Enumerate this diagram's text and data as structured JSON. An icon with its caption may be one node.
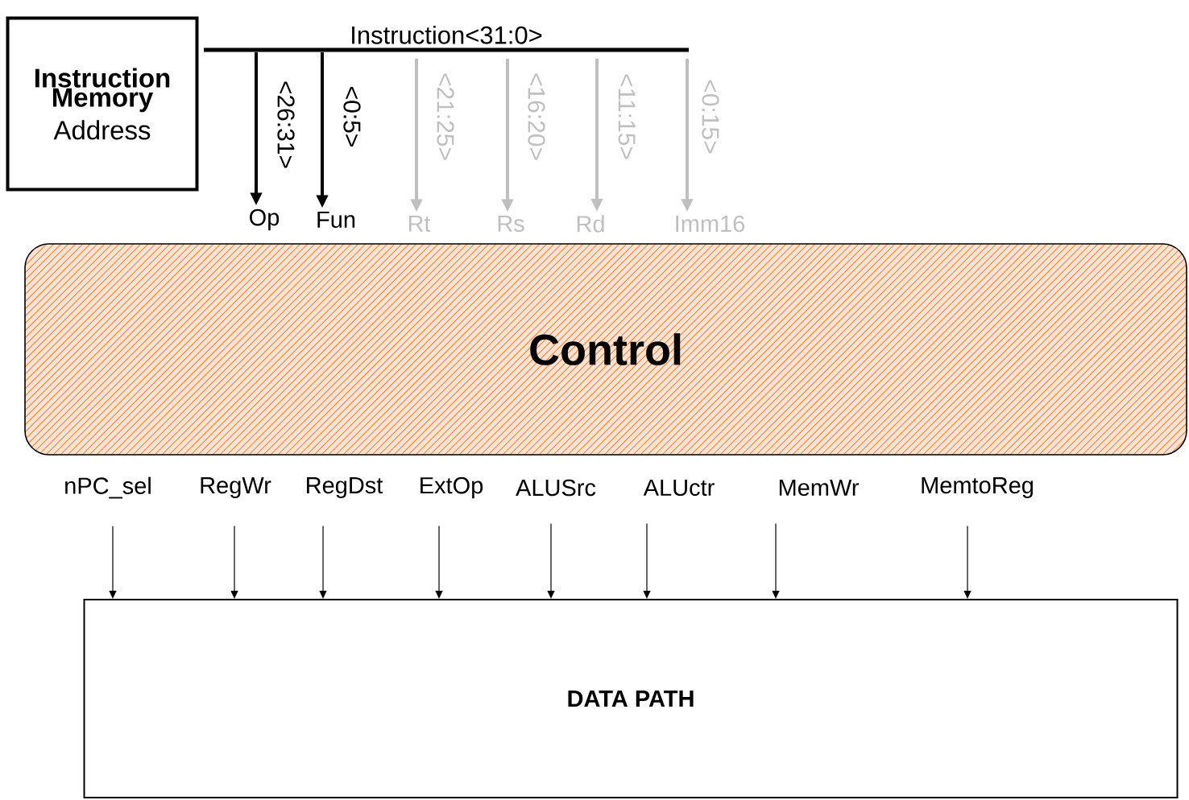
{
  "diagram": {
    "nodes": [
      {
        "text": [
          "Instruction Memory",
          "Address"
        ]
      },
      {
        "text": [
          "Instruction<31:0>"
        ]
      },
      {
        "text": [
          "Op"
        ]
      },
      {
        "text": [
          "Fun"
        ]
      },
      {
        "text": [
          "Rt"
        ]
      },
      {
        "text": [
          "Rs"
        ]
      },
      {
        "text": [
          "Rd"
        ]
      },
      {
        "text": [
          "Imm16"
        ]
      },
      {
        "text": [
          "Control"
        ]
      },
      {
        "text": [
          "nPC_sel"
        ]
      },
      {
        "text": [
          "RegWr"
        ]
      },
      {
        "text": [
          "RegDst"
        ]
      },
      {
        "text": [
          "ExtOp"
        ]
      },
      {
        "text": [
          "ALUSrc"
        ]
      },
      {
        "text": [
          "ALUctr"
        ]
      },
      {
        "text": [
          "MemWr"
        ]
      },
      {
        "text": [
          "MemtoReg"
        ]
      },
      {
        "text": [
          "DATA PATH"
        ]
      }
    ],
    "edges": [
      {
        "from": 1,
        "to": 2,
        "arrow": "to",
        "label": "<26:31>",
        "style": "thick"
      },
      {
        "from": 1,
        "to": 3,
        "arrow": "to",
        "label": "<0:5>",
        "style": "thick"
      },
      {
        "from": 1,
        "to": 4,
        "arrow": "to",
        "label": "<21:25>",
        "style": "thick",
        "color": "#bfbfbf"
      },
      {
        "from": 1,
        "to": 5,
        "arrow": "to",
        "label": "<16:20>",
        "style": "thick",
        "color": "#bfbfbf"
      },
      {
        "from": 1,
        "to": 6,
        "arrow": "to",
        "label": "<11:15>",
        "style": "thick",
        "color": "#bfbfbf"
      },
      {
        "from": 1,
        "to": 7,
        "arrow": "to",
        "label": "<0:15>",
        "style": "thick",
        "color": "#bfbfbf"
      },
      {
        "from": 9,
        "to": 17,
        "arrow": "to"
      },
      {
        "from": 10,
        "to": 17,
        "arrow": "to"
      },
      {
        "from": 11,
        "to": 17,
        "arrow": "to"
      },
      {
        "from": 12,
        "to": 17,
        "arrow": "to"
      },
      {
        "from": 13,
        "to": 17,
        "arrow": "to"
      },
      {
        "from": 14,
        "to": 17,
        "arrow": "to"
      },
      {
        "from": 15,
        "to": 17,
        "arrow": "to"
      },
      {
        "from": 16,
        "to": 17,
        "arrow": "to"
      }
    ]
  }
}
